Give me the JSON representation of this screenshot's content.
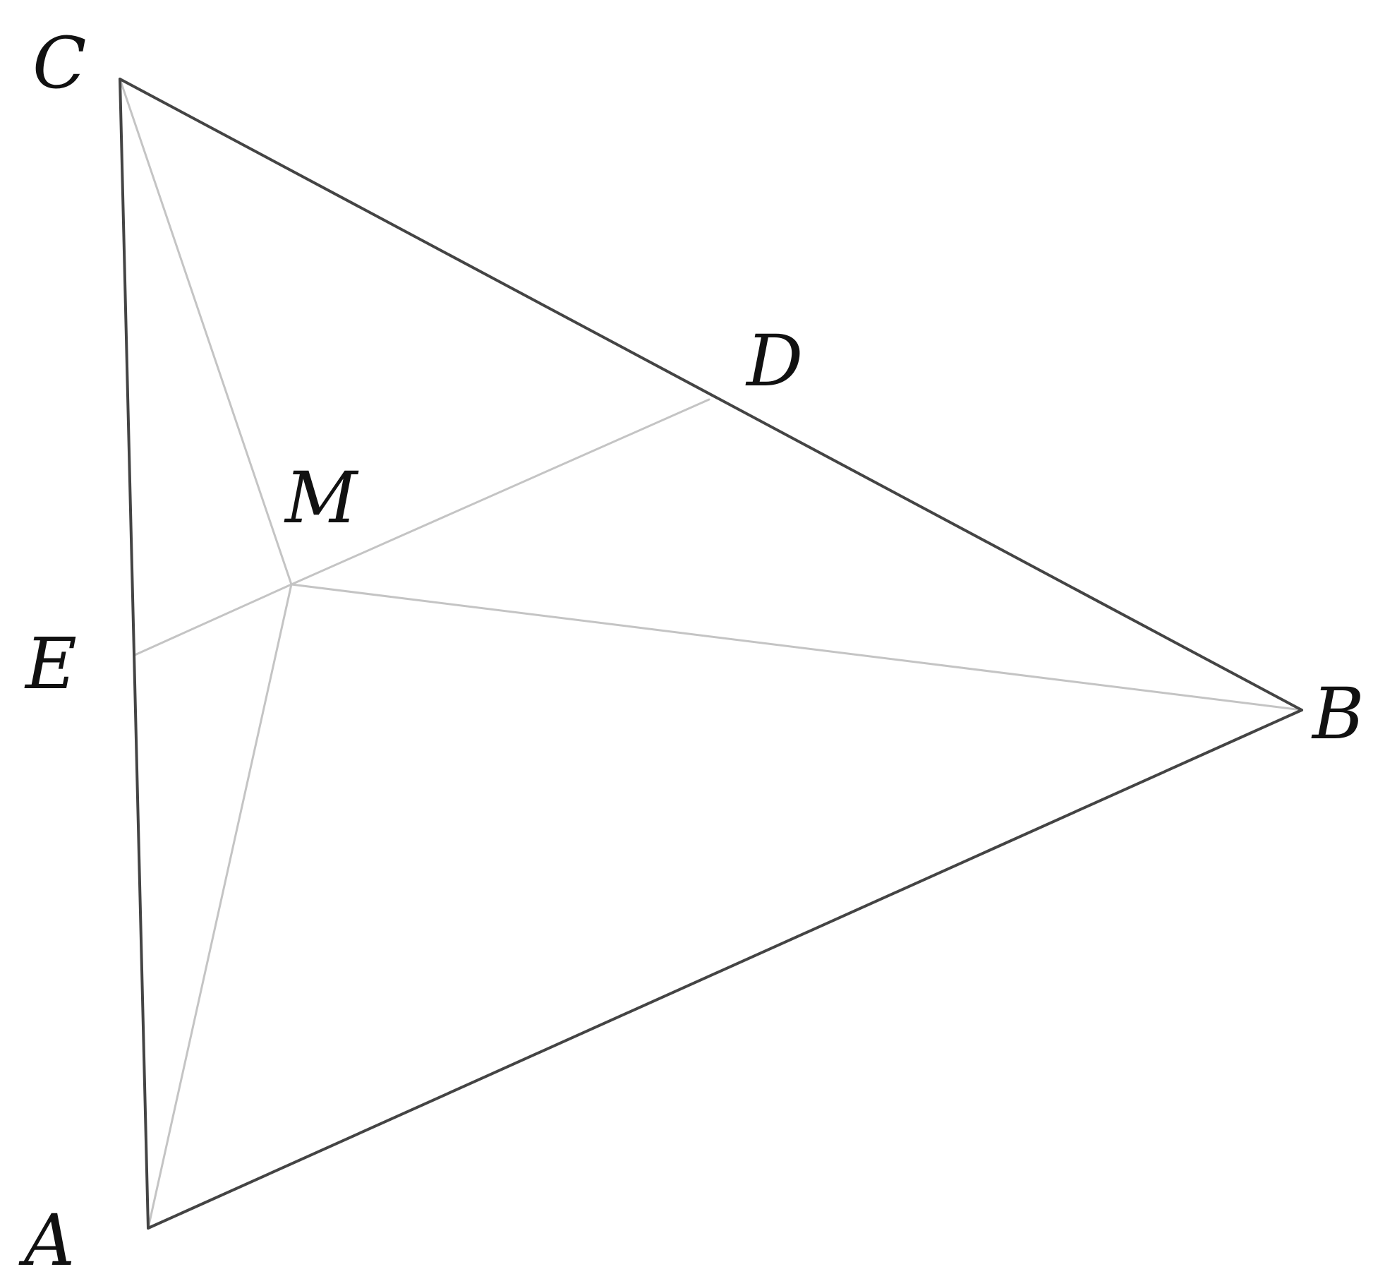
{
  "points": {
    "A": {
      "label": "A"
    },
    "B": {
      "label": "B"
    },
    "C": {
      "label": "C"
    },
    "D": {
      "label": "D"
    },
    "E": {
      "label": "E"
    },
    "M": {
      "label": "M"
    }
  },
  "colors": {
    "triangle_edge": "#444444",
    "auxiliary_segment": "#c4c4c4",
    "label_text": "#111111",
    "background": "#ffffff"
  }
}
